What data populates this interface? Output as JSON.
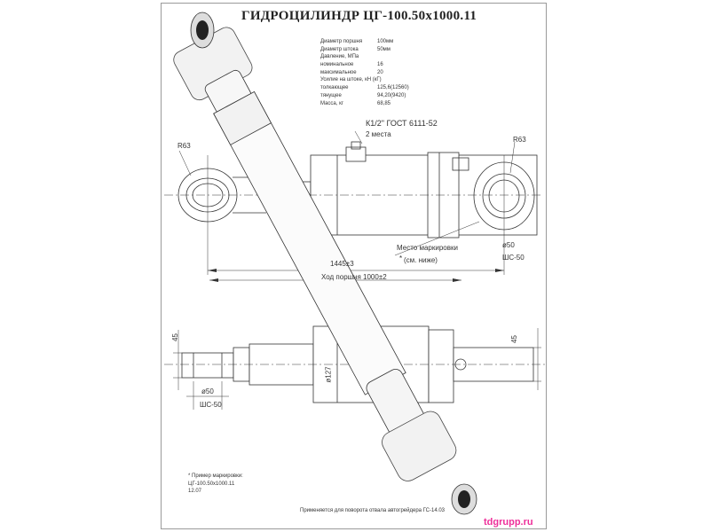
{
  "title": "ГИДРОЦИЛИНДР  ЦГ-100.50х1000.11",
  "specs": [
    {
      "label": "Диаметр поршня",
      "value": "100мм"
    },
    {
      "label": "Диаметр штока",
      "value": "50мм"
    },
    {
      "label": "Давление, МПа",
      "value": ""
    },
    {
      "label": "номинальное",
      "value": "16"
    },
    {
      "label": "максимальное",
      "value": "20"
    },
    {
      "label": "Усилие на штоке, кН (кГ)",
      "value": ""
    },
    {
      "label": "толкающее",
      "value": "125,6(12560)"
    },
    {
      "label": "тянущее",
      "value": "94,20(9420)"
    },
    {
      "label": "Масса, кг",
      "value": "68,85"
    }
  ],
  "labels": {
    "port": "К1/2\" ГОСТ 6111-52",
    "places": "2 места",
    "radius_left": "R63",
    "radius_right": "R63",
    "marking_place": "Место маркировки",
    "marking_see": "(см. ниже)",
    "asterisk": "*",
    "length": "1445±3",
    "stroke": "Ход поршня 1000±2",
    "dia50_right": "ø50",
    "bearing_right": "ШС-50",
    "dim45_left": "45",
    "dim45_right": "45",
    "dia127": "ø127",
    "dia50_left": "ø50",
    "bearing_left": "ШС-50"
  },
  "note": {
    "line1": "* Пример маркировки:",
    "line2": "ЦГ-100.50х1000.11",
    "line3": "12.07"
  },
  "footer": "Применяется для  поворота отвала автогрейдера ГС-14.03",
  "site": "tdgrupp.ru"
}
